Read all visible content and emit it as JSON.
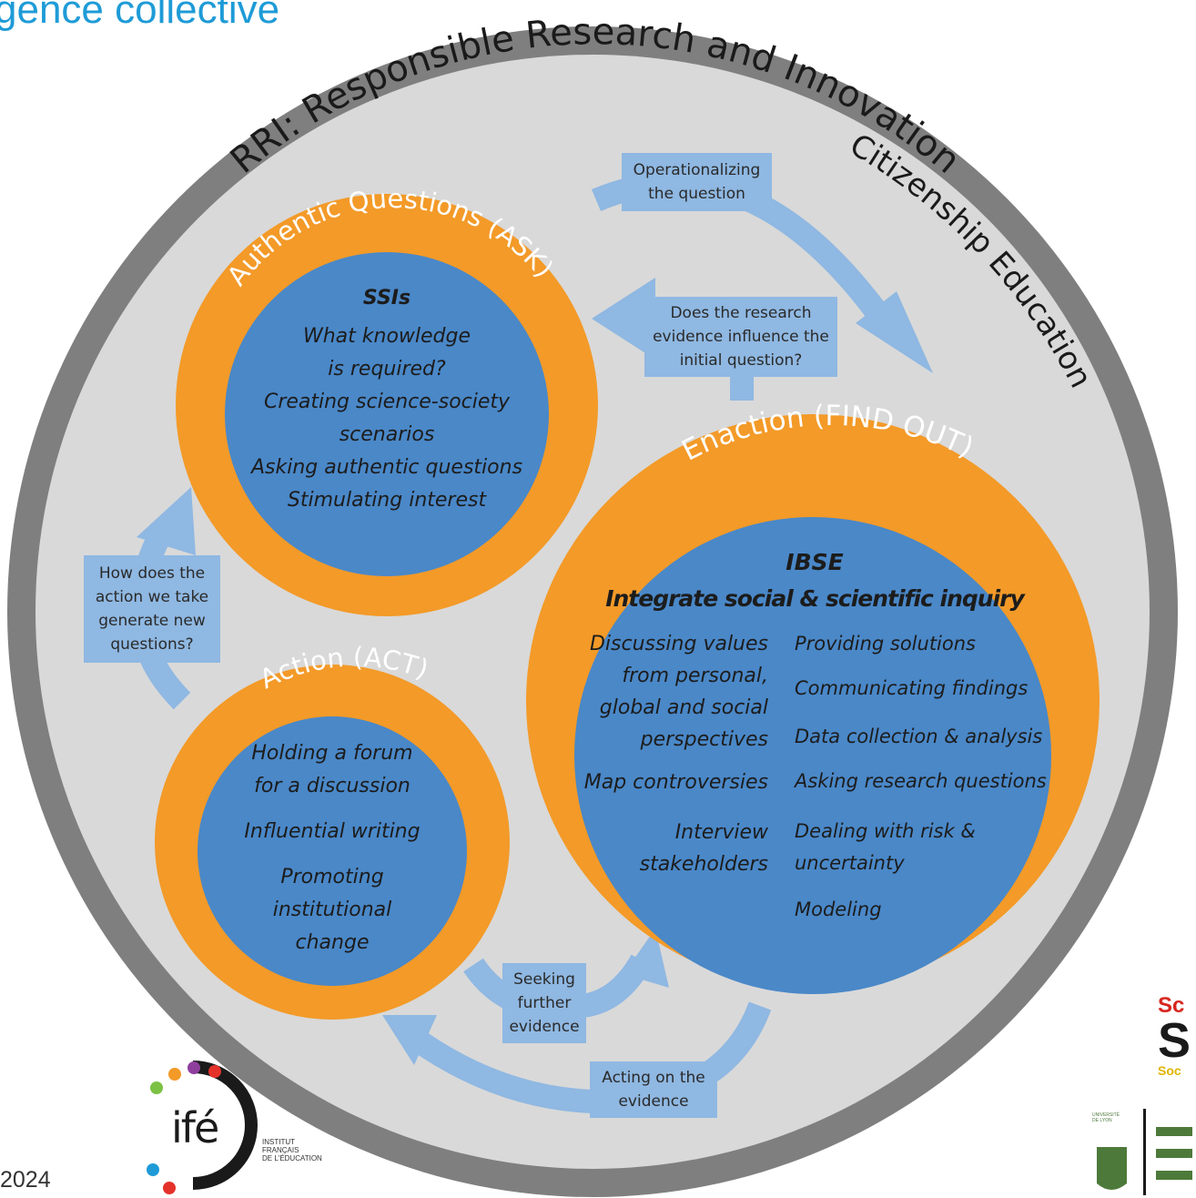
{
  "header": {
    "title": "gence collective",
    "year": "2024"
  },
  "ring": {
    "top_label": "RRI: Responsible Research and Innovation",
    "right_label": "Citizenship Education"
  },
  "ask": {
    "arc_title": "Authentic Questions (ASK)",
    "heading": "SSIs",
    "lines": [
      "What knowledge",
      "is required?",
      "Creating science-society",
      "scenarios",
      "Asking authentic questions",
      "Stimulating interest"
    ]
  },
  "find": {
    "arc_title": "Enaction (FIND OUT)",
    "heading": "IBSE",
    "subheading": "Integrate social & scientific inquiry",
    "left_lines": [
      "Discussing values",
      "from personal,",
      "global and social",
      "perspectives",
      "Map controversies",
      "Interview",
      "stakeholders"
    ],
    "right_lines": [
      "Providing solutions",
      "Communicating findings",
      "Data collection & analysis",
      "Asking research questions",
      "Dealing with risk &",
      "uncertainty",
      "Modeling"
    ]
  },
  "act": {
    "arc_title": "Action (ACT)",
    "lines": [
      "Holding a forum",
      "for a discussion",
      "Influential writing",
      "Promoting",
      "institutional",
      "change"
    ]
  },
  "arrows": {
    "operationalizing": [
      "Operationalizing",
      "the question"
    ],
    "research_evidence": [
      "Does the research",
      "evidence influence the",
      "initial question?"
    ],
    "new_questions": [
      "How does the",
      "action we take",
      "generate new",
      "questions?"
    ],
    "seeking": [
      "Seeking",
      "further",
      "evidence"
    ],
    "acting": [
      "Acting on the",
      "evidence"
    ]
  },
  "logos": {
    "ife_mark": "ifé",
    "ife_text": [
      "INSTITUT",
      "FRANÇAIS",
      "DE L'ÉDUCATION"
    ],
    "right_partial": [
      "Sc",
      "S",
      "Soc"
    ],
    "univ": [
      "UNIVERSITÉ",
      "DE LYON"
    ]
  },
  "colors": {
    "outer_ring": "#7f7f7f",
    "background_disc": "#d9d9d9",
    "orange": "#f39a28",
    "blue_disc": "#4a88c8",
    "arrow": "#8fb8e2",
    "header": "#1e9bd7"
  }
}
